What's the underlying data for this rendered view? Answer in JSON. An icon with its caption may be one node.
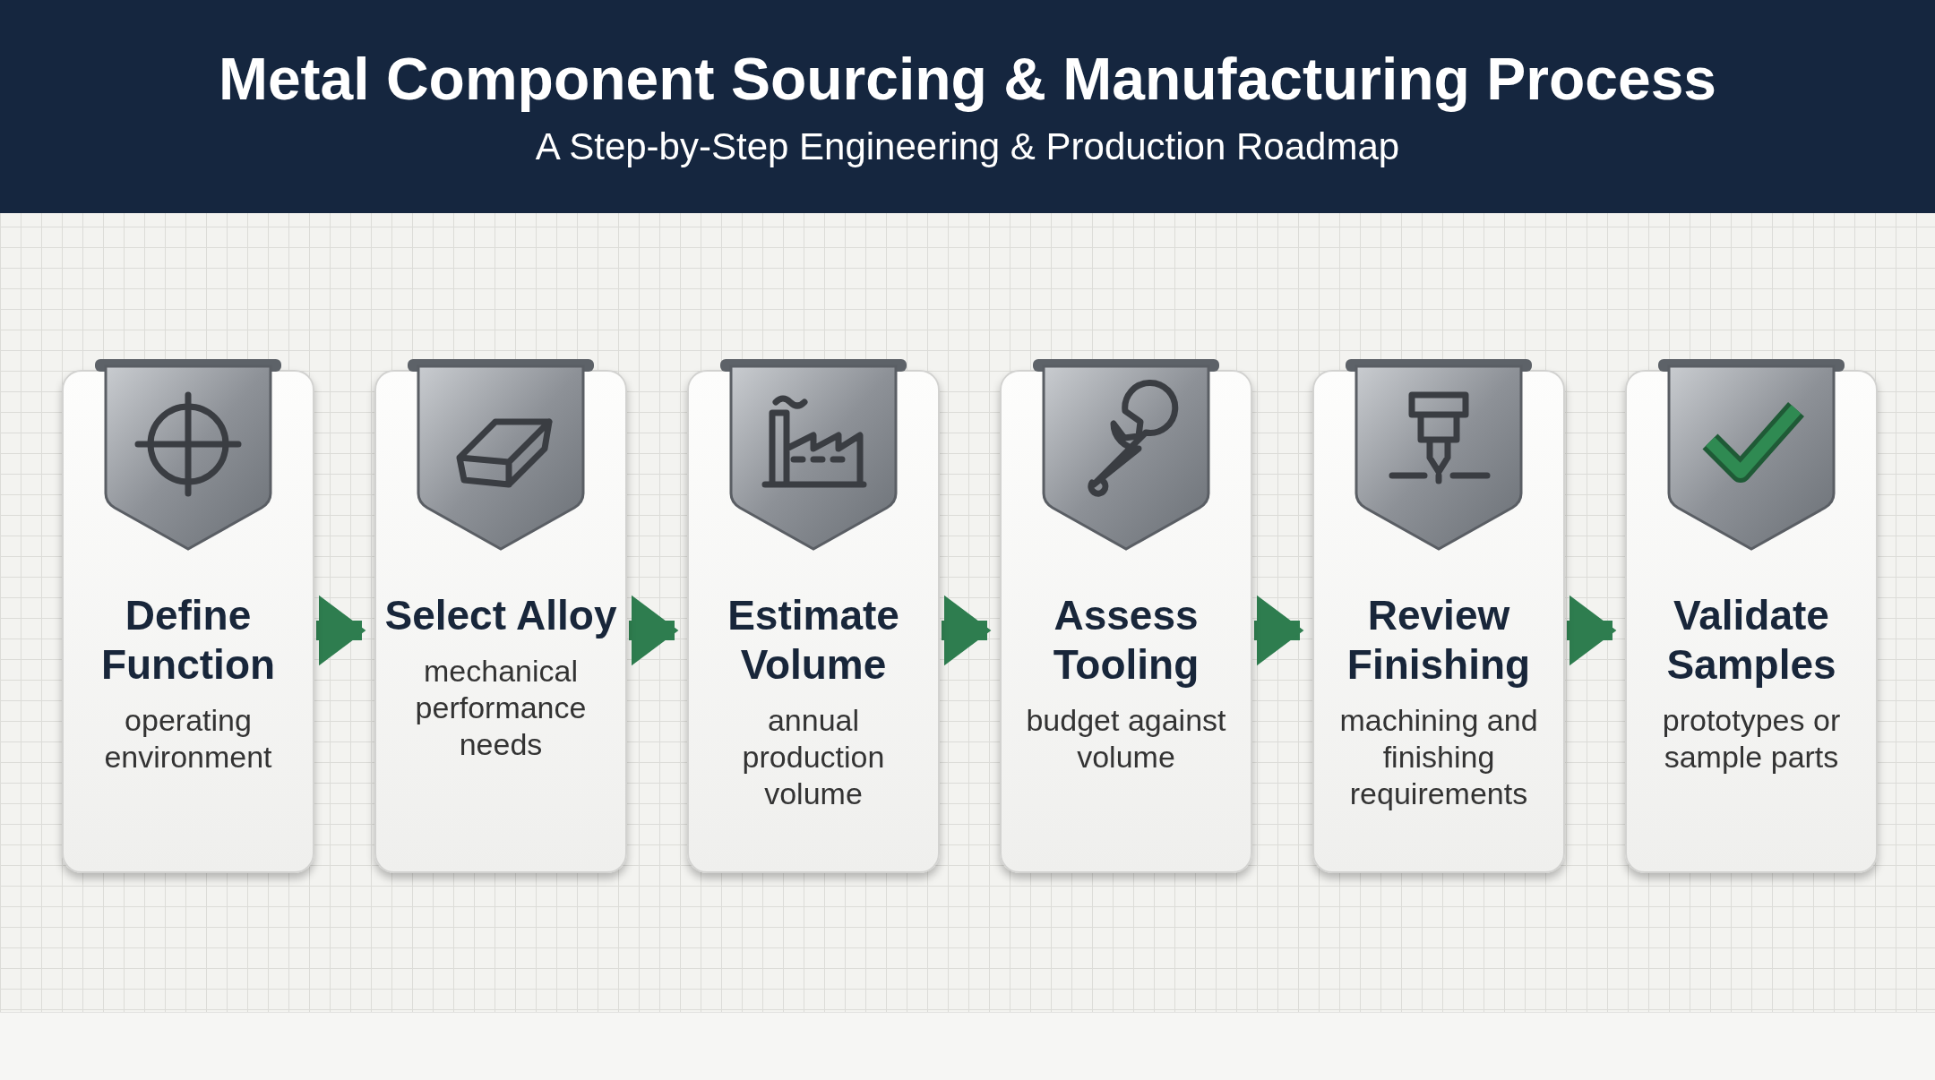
{
  "diagram": {
    "title": "Metal Component Sourcing & Manufacturing Process",
    "caption": "A Step-by-Step Engineering & Production Roadmap",
    "nodes": [
      {
        "text": [
          "Define Function",
          "operating environment"
        ]
      },
      {
        "text": [
          "Select Alloy",
          "mechanical performance needs"
        ]
      },
      {
        "text": [
          "Estimate Volume",
          "annual production volume"
        ]
      },
      {
        "text": [
          "Assess Tooling",
          "budget against volume"
        ]
      },
      {
        "text": [
          "Review Finishing",
          "machining and finishing requirements"
        ]
      },
      {
        "text": [
          "Validate Samples",
          "prototypes or sample parts"
        ]
      }
    ],
    "edges": [
      {
        "from": 0,
        "to": 1,
        "arrow": "to"
      },
      {
        "from": 1,
        "to": 2,
        "arrow": "to"
      },
      {
        "from": 2,
        "to": 3,
        "arrow": "to"
      },
      {
        "from": 3,
        "to": 4,
        "arrow": "to"
      },
      {
        "from": 4,
        "to": 5,
        "arrow": "to"
      }
    ]
  }
}
